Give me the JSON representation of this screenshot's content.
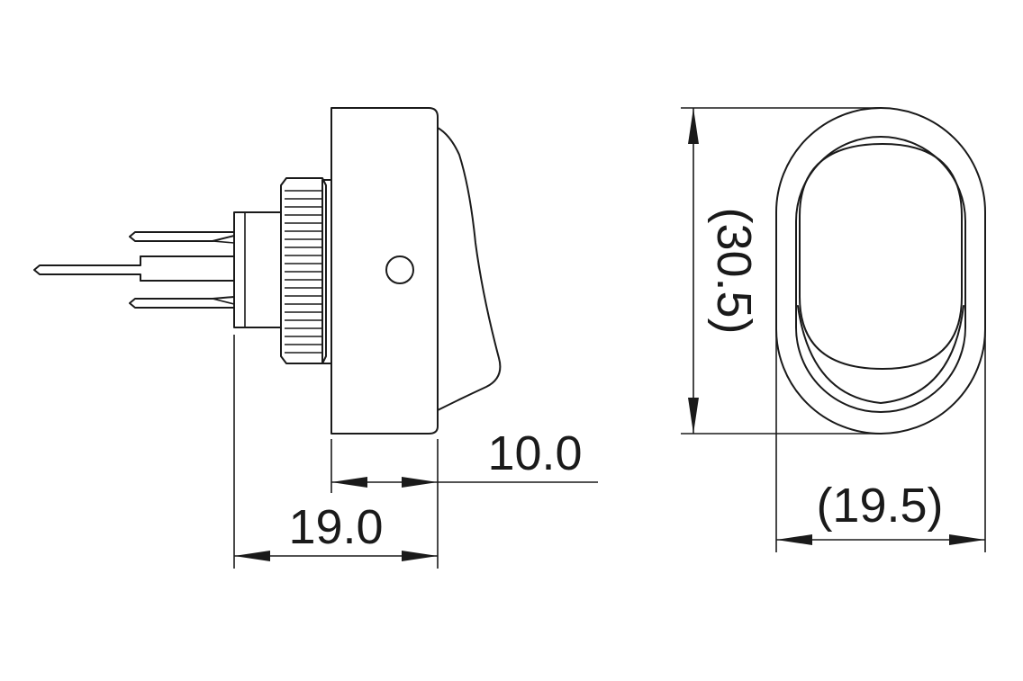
{
  "drawing": {
    "title": "",
    "views": [
      "side-view",
      "front-view"
    ]
  },
  "dimensions": {
    "total_depth": "19.0",
    "rocker_height": "10.0",
    "height": "(30.5)",
    "width": "(19.5)"
  },
  "colors": {
    "line": "#1a1a1a",
    "background": "#ffffff"
  }
}
